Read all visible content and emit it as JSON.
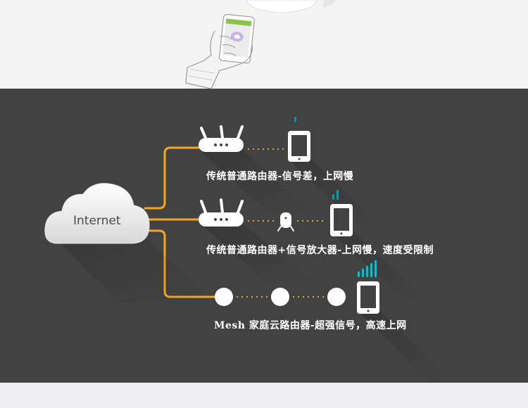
{
  "cloud": {
    "label": "Internet"
  },
  "scenarios": [
    {
      "caption": "传统普通路由器-信号差，上网慢",
      "signal_bars": 1
    },
    {
      "caption": "传统普通路由器+信号放大器-上网慢，速度受限制",
      "signal_bars": 2
    },
    {
      "caption": "Mesh 家庭云路由器-超强信号，高速上网",
      "signal_bars": 5
    }
  ],
  "colors": {
    "panel_background": "#424242",
    "connector_orange": "#f5a623",
    "dotted_line": "#e8a43a",
    "signal_teal": "#1ab7c8",
    "device_white": "#ffffff"
  },
  "icons": [
    "cloud-icon",
    "router-icon",
    "phone-icon",
    "signal-extender-icon",
    "mesh-node-icon",
    "signal-bars-icon",
    "hand-holding-phone-illustration"
  ]
}
